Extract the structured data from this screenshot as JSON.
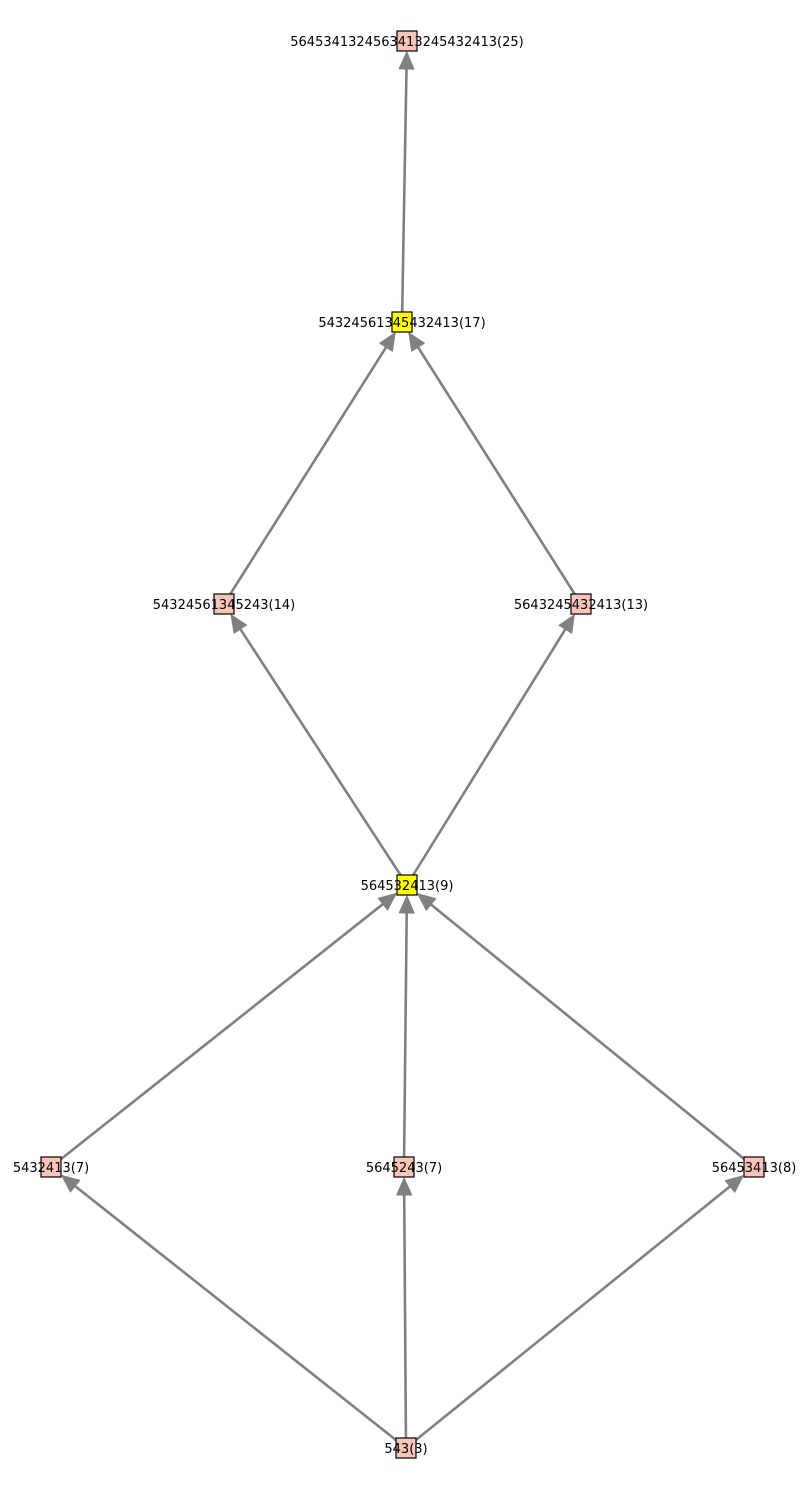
{
  "colors": {
    "edge": "#808080",
    "node_default": "#f9c5b8",
    "node_highlight": "#ffff00",
    "node_border": "#000000"
  },
  "nodes": [
    {
      "id": "n25",
      "label": "564534132456341324 5432413(25)",
      "highlight": false
    },
    {
      "id": "n17",
      "label": "543245613454 32413(17)",
      "highlight": true
    },
    {
      "id": "n14",
      "label": "543245613 45243(14)",
      "highlight": false
    },
    {
      "id": "n13",
      "label": "5643245 432413(13)",
      "highlight": false
    },
    {
      "id": "n9",
      "label": "5645 32413(9)",
      "highlight": true
    },
    {
      "id": "n7a",
      "label": "5432413(7)",
      "highlight": false
    },
    {
      "id": "n7b",
      "label": "5645243(7)",
      "highlight": false
    },
    {
      "id": "n8",
      "label": "56453413(8)",
      "highlight": false
    },
    {
      "id": "n3",
      "label": "543(3)",
      "highlight": false
    }
  ],
  "edges": [
    {
      "from": "n3",
      "to": "n7a"
    },
    {
      "from": "n3",
      "to": "n7b"
    },
    {
      "from": "n3",
      "to": "n8"
    },
    {
      "from": "n7a",
      "to": "n9"
    },
    {
      "from": "n7b",
      "to": "n9"
    },
    {
      "from": "n8",
      "to": "n9"
    },
    {
      "from": "n9",
      "to": "n14"
    },
    {
      "from": "n9",
      "to": "n13"
    },
    {
      "from": "n14",
      "to": "n17"
    },
    {
      "from": "n13",
      "to": "n17"
    },
    {
      "from": "n17",
      "to": "n25"
    }
  ]
}
